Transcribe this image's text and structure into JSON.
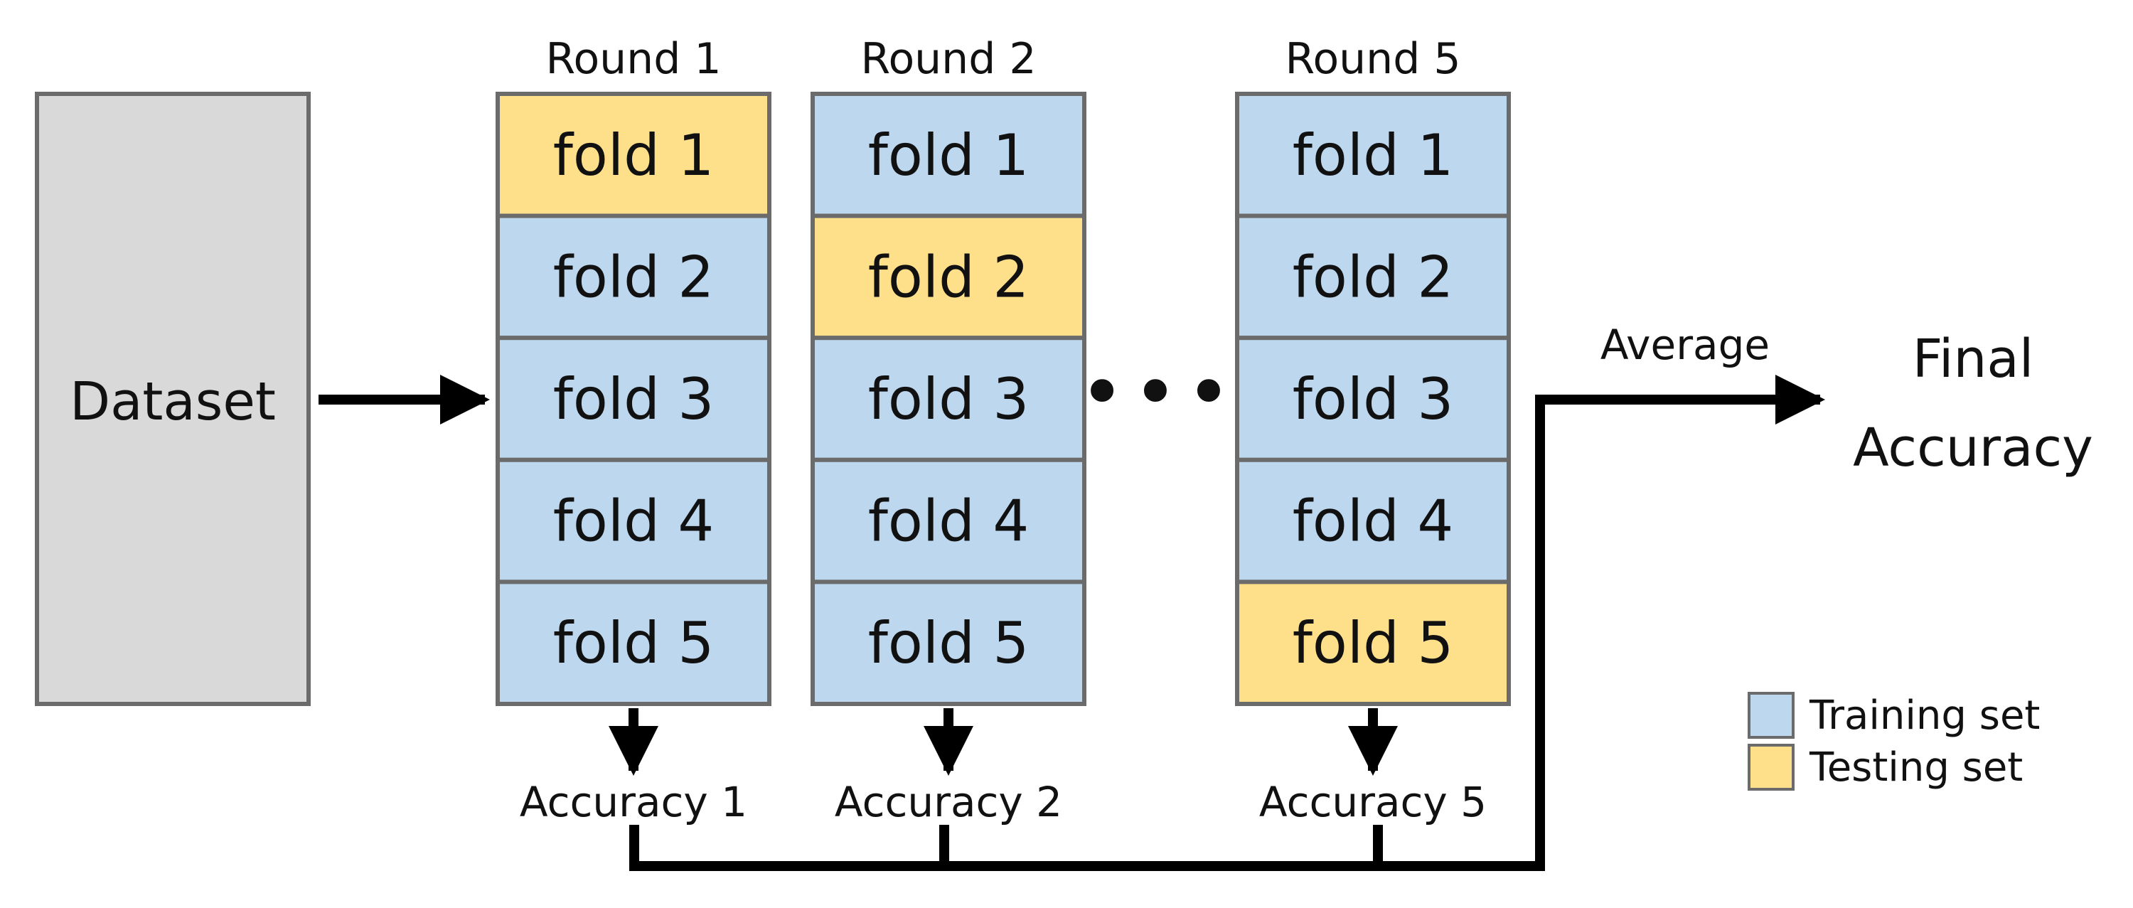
{
  "diagram": {
    "dataset_label": "Dataset",
    "ellipsis": "•••",
    "average_label": "Average",
    "final_line1": "Final",
    "final_line2": "Accuracy",
    "rounds": [
      {
        "title": "Round 1",
        "accuracy_label": "Accuracy 1",
        "testing_fold": 1,
        "folds": [
          "fold 1",
          "fold 2",
          "fold 3",
          "fold 4",
          "fold 5"
        ]
      },
      {
        "title": "Round 2",
        "accuracy_label": "Accuracy 2",
        "testing_fold": 2,
        "folds": [
          "fold 1",
          "fold 2",
          "fold 3",
          "fold 4",
          "fold 5"
        ]
      },
      {
        "title": "Round 5",
        "accuracy_label": "Accuracy 5",
        "testing_fold": 5,
        "folds": [
          "fold 1",
          "fold 2",
          "fold 3",
          "fold 4",
          "fold 5"
        ]
      }
    ],
    "legend": [
      {
        "label": "Training set",
        "color": "#bdd7ee"
      },
      {
        "label": "Testing set",
        "color": "#ffe08a"
      }
    ],
    "colors": {
      "training": "#bdd7ee",
      "testing": "#ffe08a",
      "dataset": "#d9d9d9",
      "border": "#6b6b6b",
      "line": "#000000"
    }
  }
}
